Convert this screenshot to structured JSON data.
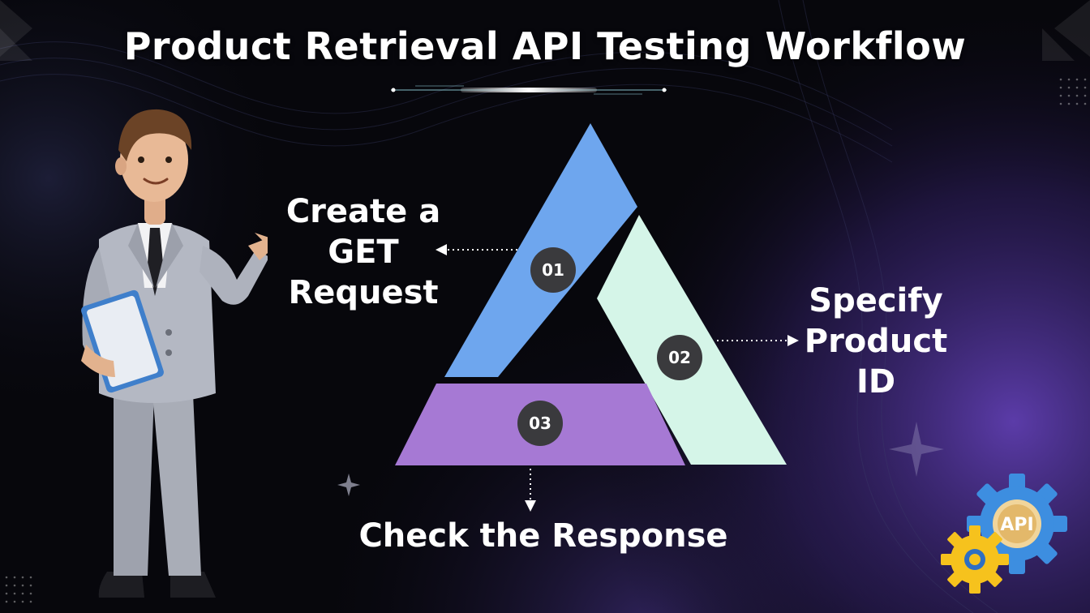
{
  "title": "Product Retrieval API Testing Workflow",
  "steps": [
    {
      "number": "01",
      "label_lines": [
        "Create a",
        "GET",
        "Request"
      ],
      "color": "#6ea6ee"
    },
    {
      "number": "02",
      "label_lines": [
        "Specify",
        "Product",
        "ID"
      ],
      "color": "#d5f5e8"
    },
    {
      "number": "03",
      "label_lines": [
        "Check the Response"
      ],
      "color": "#a679d4"
    }
  ],
  "gear_badge": "API",
  "colors": {
    "background": "#07070c",
    "accent_glow": "#5a3aa8",
    "badge": "#3a3a3d",
    "connector": "#ffffff"
  },
  "icons": {
    "presenter": "businessman-holding-book",
    "gears": "gear-icon"
  }
}
